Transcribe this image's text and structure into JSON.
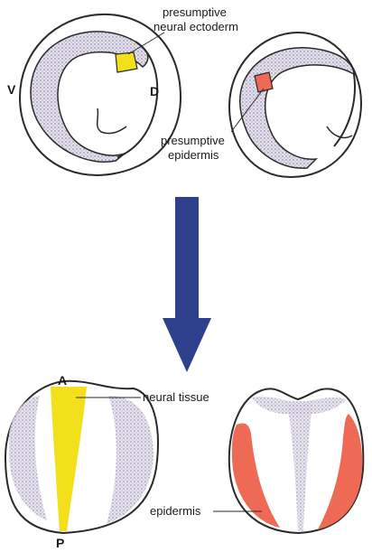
{
  "labels": {
    "presumptive_neural_ectoderm_line1": "presumptive",
    "presumptive_neural_ectoderm_line2": "neural ectoderm",
    "presumptive_epidermis_line1": "presumptive",
    "presumptive_epidermis_line2": "epidermis",
    "neural_tissue": "neural tissue",
    "epidermis": "epidermis",
    "ventral": "V",
    "dorsal": "D",
    "anterior": "A",
    "posterior": "P"
  },
  "colors": {
    "neural": "#f2e01a",
    "epidermis": "#ee6a55",
    "arrow": "#2e3f8c",
    "stipple": "#cfc9dd",
    "outline": "#2a2a2a"
  }
}
